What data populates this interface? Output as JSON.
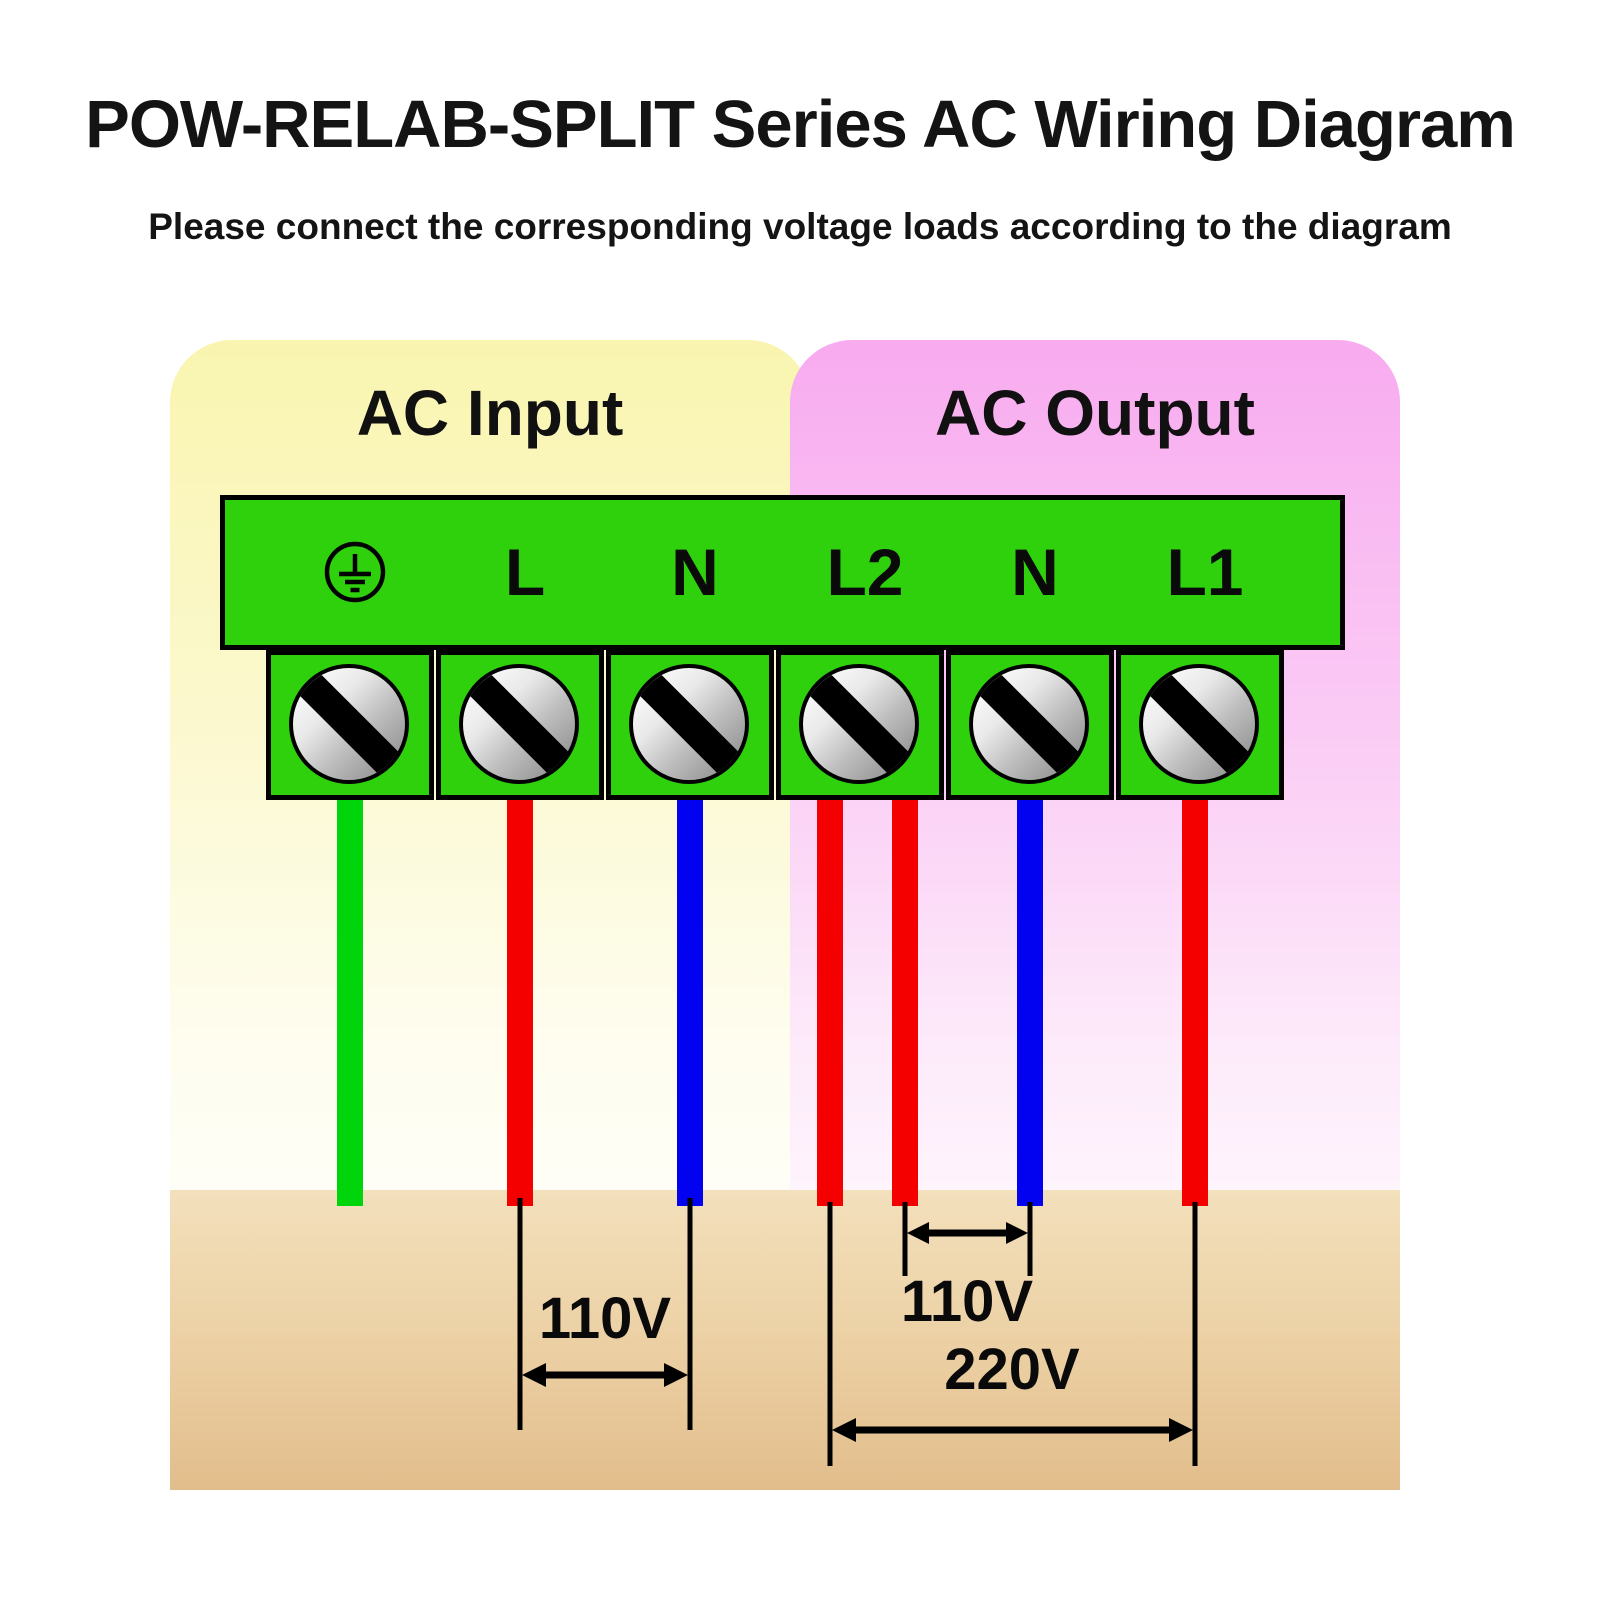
{
  "title": "POW-RELAB-SPLIT Series AC Wiring Diagram",
  "subtitle": "Please connect the corresponding voltage loads according to the diagram",
  "panels": {
    "input": {
      "label": "AC Input",
      "bg_color": "#F9F5B0"
    },
    "output": {
      "label": "AC Output",
      "bg_color": "#F8ABEF"
    }
  },
  "terminal_block": {
    "block_color": "#2ED10C",
    "ground_icon": "earth-ground",
    "labels": [
      "L",
      "N",
      "L2",
      "N",
      "L1"
    ],
    "screw_count": 6
  },
  "wires": [
    {
      "from": "ground",
      "color": "#00D40A"
    },
    {
      "from": "L",
      "color": "#F50000"
    },
    {
      "from": "N",
      "color": "#0202F0"
    },
    {
      "from": "L2",
      "color": "#F50000"
    },
    {
      "from": "L2",
      "color": "#F50000"
    },
    {
      "from": "N",
      "color": "#0202F0"
    },
    {
      "from": "L1",
      "color": "#F50000"
    }
  ],
  "measurements": {
    "input_110v": "110V",
    "output_110v": "110V",
    "output_220v": "220V"
  },
  "ground_area_color": "#E9C89B"
}
